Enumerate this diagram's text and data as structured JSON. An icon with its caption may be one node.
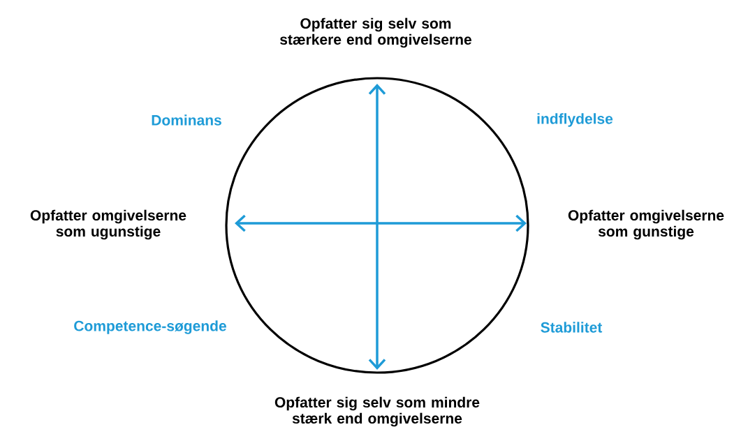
{
  "diagram": {
    "labels": [
      "Opfatter sig selv som stærkere end omgivelserne",
      "Dominans",
      "indflydelse",
      "Opfatter omgivelserne som ugunstige",
      "Opfatter omgivelserne som gunstige",
      "Competence-søgende",
      "Stabilitet",
      "Opfatter sig selv som mindre stærk end omgivelserne"
    ]
  }
}
